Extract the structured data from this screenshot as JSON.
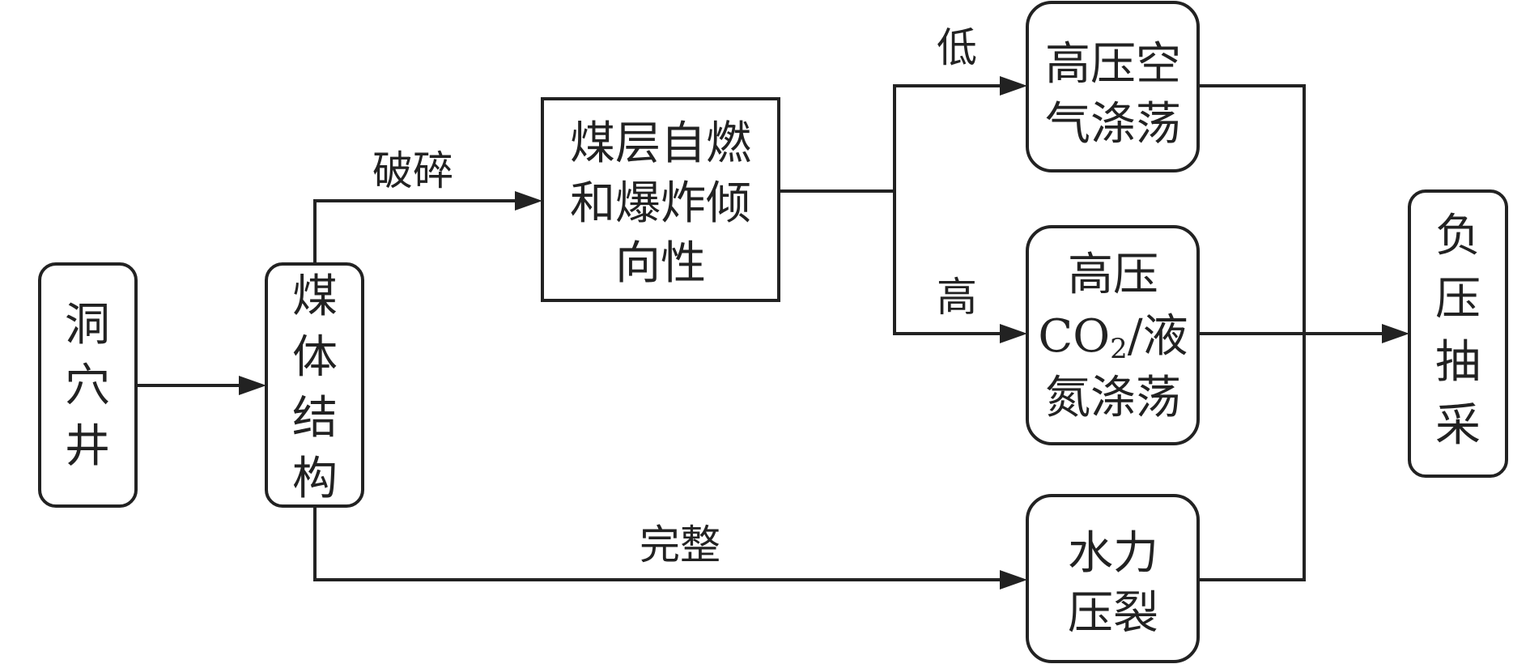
{
  "nodes": {
    "cave_well": {
      "lines": [
        "洞",
        "穴",
        "井"
      ]
    },
    "coal_structure": {
      "lines": [
        "煤",
        "体",
        "结",
        "构"
      ]
    },
    "spontaneous_combustion": {
      "lines": [
        "煤层自燃",
        "和爆炸倾",
        "向性"
      ]
    },
    "air_flushing": {
      "lines": [
        "高压空",
        "气涤荡"
      ]
    },
    "co2_flushing": {
      "lines": [
        "高压",
        "CO",
        "2",
        "/液",
        "氮涤荡"
      ]
    },
    "hydraulic_fracturing": {
      "lines": [
        "水力",
        "压裂"
      ]
    },
    "negative_pressure": {
      "lines": [
        "负",
        "压",
        "抽",
        "采"
      ]
    }
  },
  "edge_labels": {
    "broken": "破碎",
    "intact": "完整",
    "low": "低",
    "high": "高"
  }
}
